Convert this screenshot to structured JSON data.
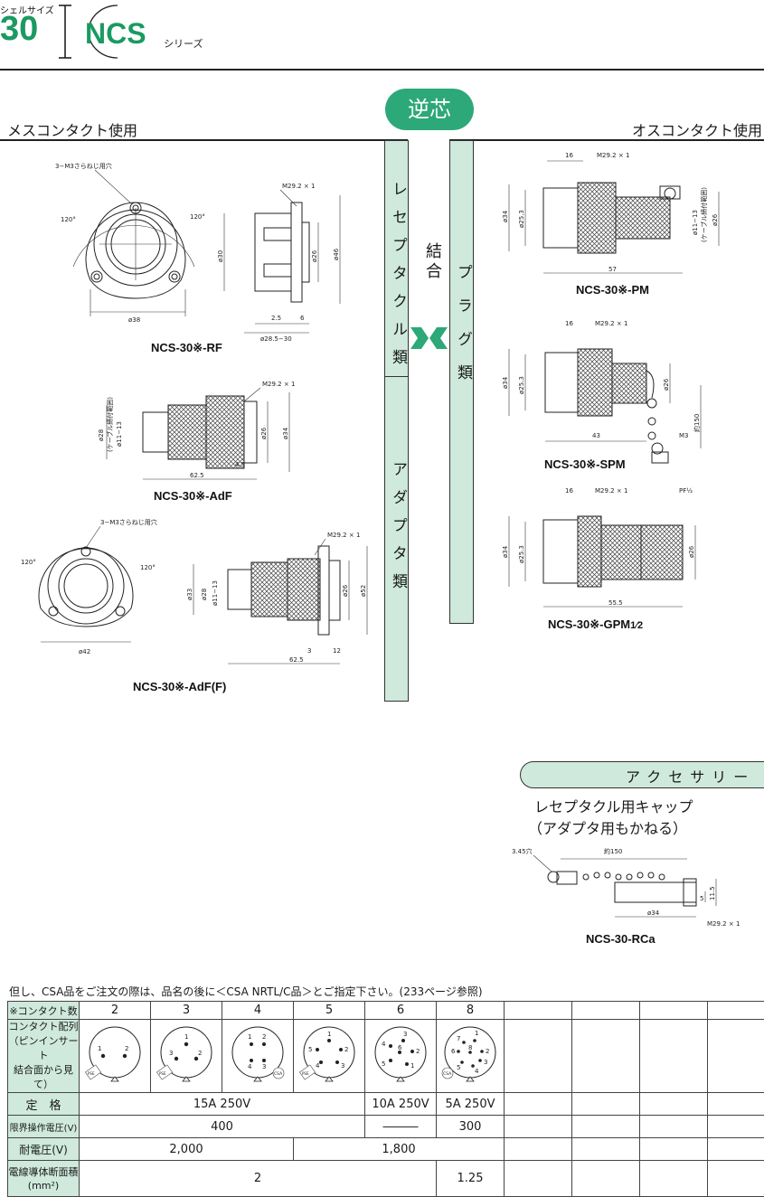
{
  "header": {
    "shell_label": "シェルサイズ",
    "shell_size": "30",
    "series_name": "NCS",
    "series_suffix": "シリーズ"
  },
  "center_badge": "逆芯",
  "left_heading": "メスコンタクト使用",
  "right_heading": "オスコンタクト使用",
  "columns": {
    "receptacle": "レセプタクル類",
    "adapter": "アダプタ類",
    "join": "結合",
    "plug": "プラグ類"
  },
  "models": {
    "rf": "NCS-30※-RF",
    "adf": "NCS-30※-AdF",
    "adf_f": "NCS-30※-AdF(F)",
    "pm": "NCS-30※-PM",
    "spm": "NCS-30※-SPM",
    "gpm": "NCS-30※-GPM",
    "gpm_frac": "1⁄2",
    "rca": "NCS-30-RCa"
  },
  "dims": {
    "m3_hole": "3−M3さらねじ用穴",
    "a120": "120°",
    "d38": "ø38",
    "d42": "ø42",
    "m29": "M29.2 × 1",
    "d30": "ø30",
    "d26": "ø26",
    "d46": "ø46",
    "d52": "ø52",
    "d28": "ø28",
    "d33": "ø33",
    "d34": "ø34",
    "d25_3": "ø25.3",
    "d11_13": "ø11−13",
    "cable_range": "(ケーブル締付範囲)",
    "d2_5": "2.5",
    "d6": "6",
    "d28_5": "ø28.5−30",
    "d62_5": "62.5",
    "d4_5": "4.5",
    "d3": "3",
    "d12": "12",
    "d16": "16",
    "d57": "57",
    "d43": "43",
    "d55_5": "55.5",
    "approx150": "約150",
    "m3": "M3",
    "pf": "PF½",
    "hole3_45": "3.45穴",
    "d11_5": "11.5",
    "d5": "5"
  },
  "accessory": {
    "banner": "アクセサリー",
    "title_line1": "レセプタクル用キャップ",
    "title_line2": "（アダプタ用もかねる）"
  },
  "note": "但し、CSA品をご注文の際は、品名の後に＜CSA NRTL/C品＞とご指定下さい。(233ページ参照)",
  "table": {
    "h_contacts": "※コンタクト数",
    "contacts": [
      "2",
      "3",
      "4",
      "5",
      "6",
      "8"
    ],
    "h_layout_1": "コンタクト配列",
    "h_layout_2": "（ピンインサート",
    "h_layout_3": "結合面から見て）",
    "layout_nums": {
      "p2": [
        "1",
        "2"
      ],
      "p3": [
        "1",
        "2",
        "3"
      ],
      "p4": [
        "1",
        "2",
        "3",
        "4"
      ],
      "p5": [
        "1",
        "2",
        "3",
        "4",
        "5"
      ],
      "p6": [
        "1",
        "2",
        "3",
        "4",
        "5",
        "6"
      ],
      "p8": [
        "1",
        "2",
        "3",
        "4",
        "5",
        "6",
        "7",
        "8"
      ]
    },
    "badge_pse": "PSE",
    "badge_csa": "CSA",
    "h_rating": "定　格",
    "rating_a": "15A 250V",
    "rating_b": "10A 250V",
    "rating_c": "5A 250V",
    "h_voltage": "限界操作電圧(V)",
    "voltage_a": "400",
    "voltage_b": "―――",
    "voltage_c": "300",
    "h_withstand": "耐電圧(V)",
    "withstand_a": "2,000",
    "withstand_b": "1,800",
    "h_area_1": "電線導体断面積",
    "h_area_2": "(mm²)",
    "area_a": "2",
    "area_c": "1.25"
  }
}
